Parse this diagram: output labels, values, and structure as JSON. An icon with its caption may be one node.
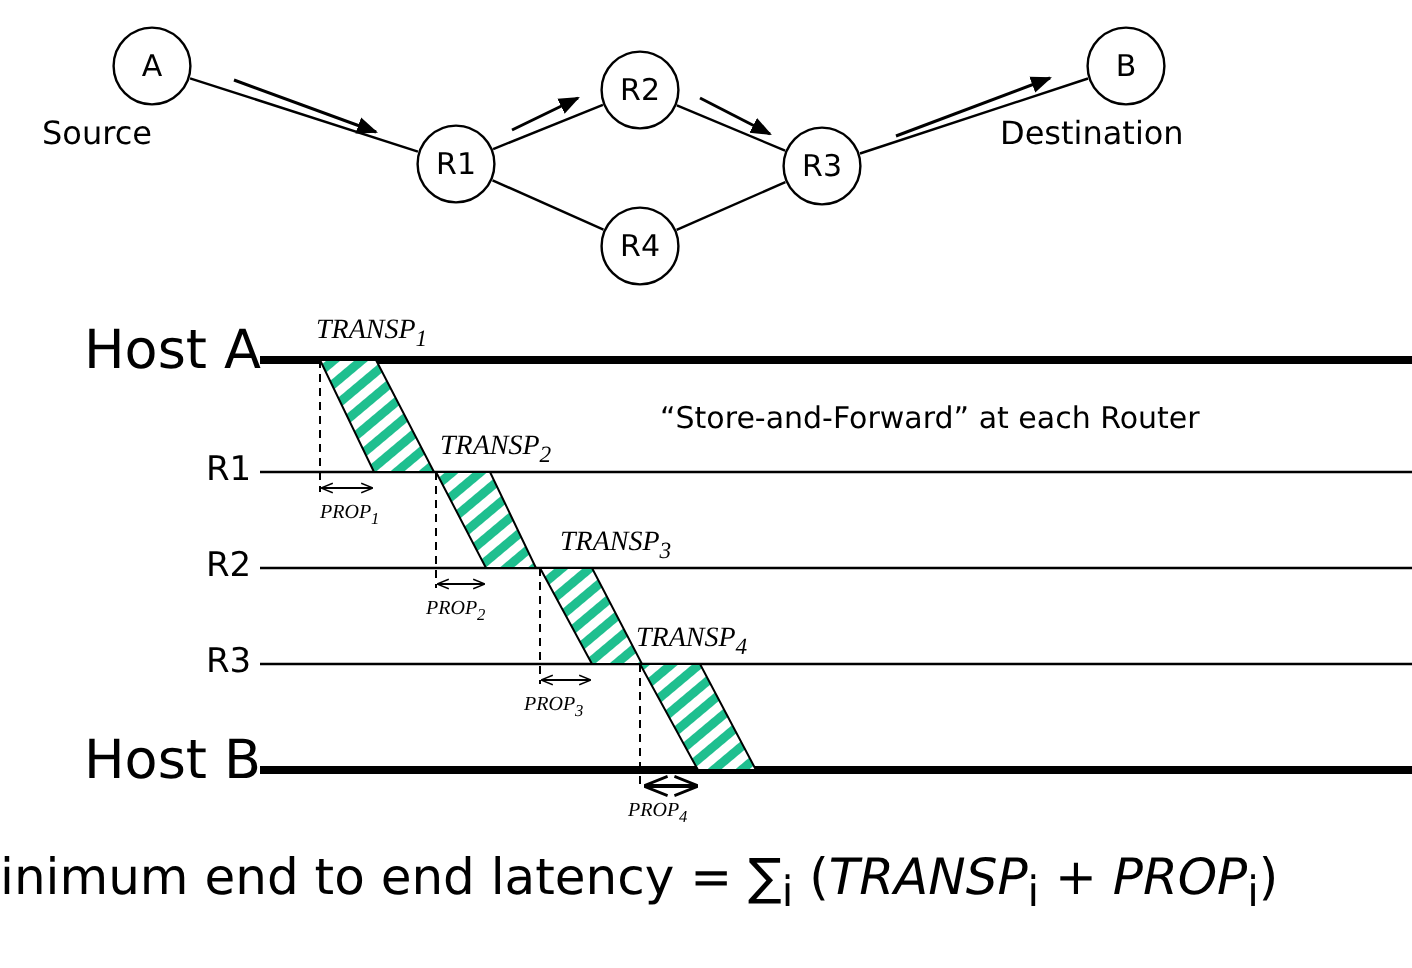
{
  "diagram": {
    "nodes": [
      {
        "text": [
          "A"
        ],
        "beside": [
          "Source"
        ]
      },
      {
        "text": [
          "R1"
        ]
      },
      {
        "text": [
          "R2"
        ]
      },
      {
        "text": [
          "R4"
        ]
      },
      {
        "text": [
          "R3"
        ]
      },
      {
        "text": [
          "B"
        ],
        "beside": [
          "Destination"
        ]
      }
    ],
    "edges": [
      {
        "from": 0,
        "to": 1,
        "arrow": "none"
      },
      {
        "from": 1,
        "to": 2,
        "arrow": "none"
      },
      {
        "from": 1,
        "to": 3,
        "arrow": "none"
      },
      {
        "from": 2,
        "to": 4,
        "arrow": "none"
      },
      {
        "from": 3,
        "to": 4,
        "arrow": "none"
      },
      {
        "from": 4,
        "to": 5,
        "arrow": "none"
      }
    ],
    "labels": [
      "TRANSP$_{1}$",
      "Host A",
      "“Store-and-Forward” at each Router",
      "TRANSP$_{2}$",
      "R1",
      "PROP$_{1}$",
      "TRANSP$_{3}$",
      "R2",
      "PROP$_{2}$",
      "TRANSP$_{4}$",
      "R3",
      "PROP$_{3}$",
      "Host B",
      "PROP$_{4}$",
      "inimum end to end latency = ∑$_{i}$ (*TRANSP*$_{i}$ + *PROP*$_{i}$)"
    ]
  }
}
